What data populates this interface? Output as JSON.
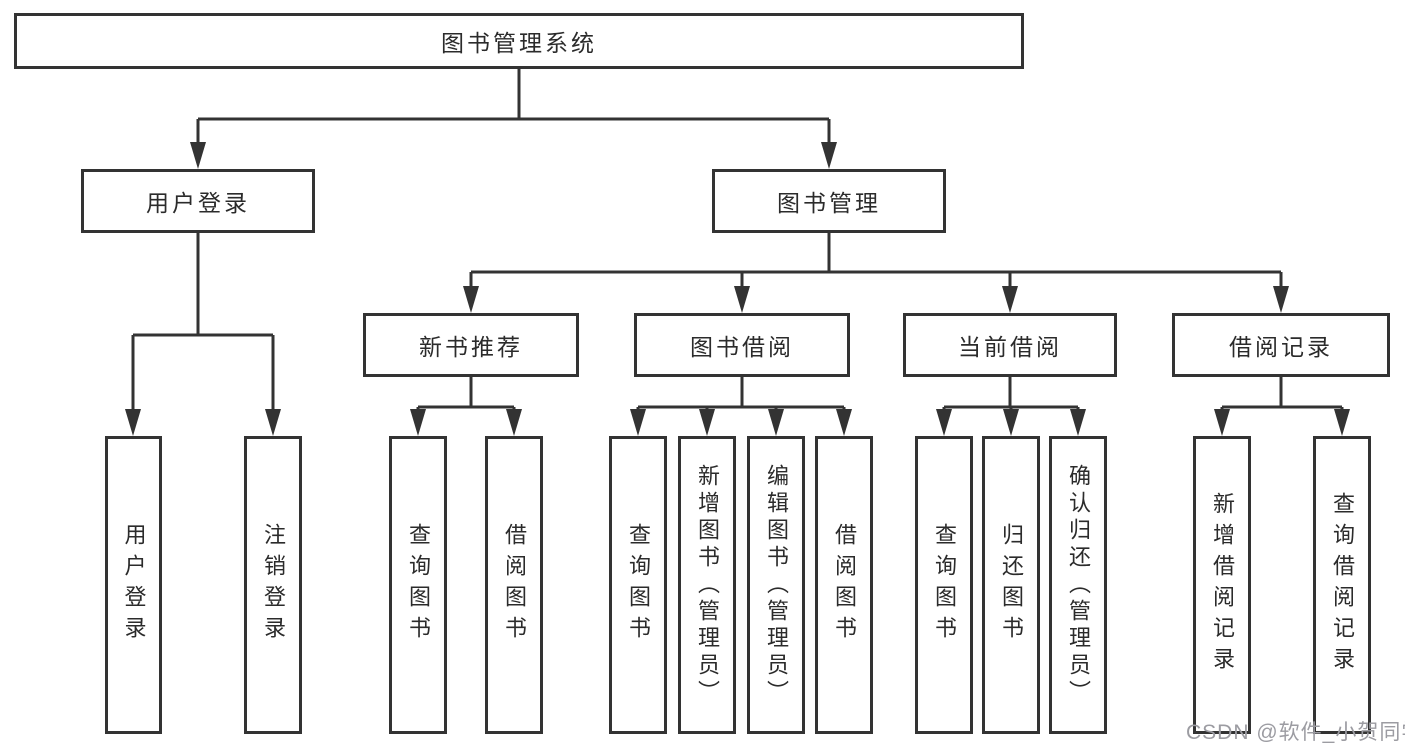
{
  "title": "图书管理系统",
  "level2": [
    {
      "label": "用户登录"
    },
    {
      "label": "图书管理"
    }
  ],
  "level3": [
    {
      "label": "新书推荐"
    },
    {
      "label": "图书借阅"
    },
    {
      "label": "当前借阅"
    },
    {
      "label": "借阅记录"
    }
  ],
  "leaves": {
    "user_login": [
      {
        "label": "用户登录"
      },
      {
        "label": "注销登录"
      }
    ],
    "new_book": [
      {
        "label": "查询图书"
      },
      {
        "label": "借阅图书"
      }
    ],
    "book_borrow": [
      {
        "label": "查询图书"
      },
      {
        "label": "新增图书（管理员）"
      },
      {
        "label": "编辑图书（管理员）"
      },
      {
        "label": "借阅图书"
      }
    ],
    "current_borrow": [
      {
        "label": "查询图书"
      },
      {
        "label": "归还图书"
      },
      {
        "label": "确认归还（管理员）"
      }
    ],
    "borrow_record": [
      {
        "label": "新增借阅记录"
      },
      {
        "label": "查询借阅记录"
      }
    ]
  },
  "watermark": {
    "text": "CSDN @软件_小贺同学"
  },
  "colors": {
    "line": "#333333",
    "text": "#2b2b2b",
    "background": "#ffffff",
    "watermark": "#9c9ca2"
  }
}
